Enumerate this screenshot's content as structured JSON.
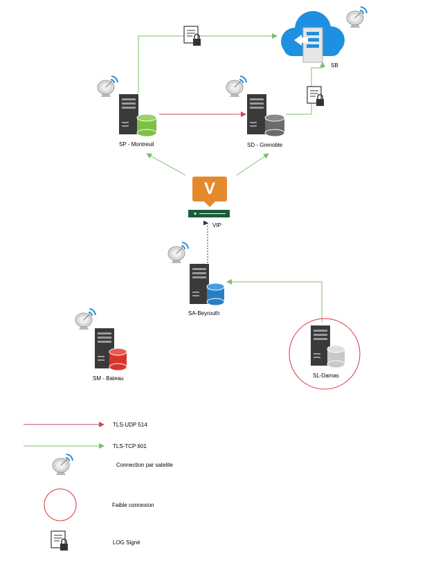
{
  "nodes": {
    "sb": {
      "label": "SB"
    },
    "sp": {
      "label": "SP - Montreuil",
      "db_color": "#7dc042"
    },
    "sd": {
      "label": "SD - Grenoble",
      "db_color": "#6b6b6b"
    },
    "vip": {
      "label": "VIP",
      "badge": "V",
      "badge_color": "#e58a2c",
      "appliance_color": "#1c5a3a"
    },
    "sa": {
      "label": "SA-Beyrouth",
      "db_color": "#2a7fc4"
    },
    "sm": {
      "label": "SM - Bateau",
      "db_color": "#d9342b"
    },
    "sl": {
      "label": "SL-Damas",
      "db_color": "#c8c8c8"
    }
  },
  "colors": {
    "udp_arrow": "#c84a55",
    "tcp_arrow": "#7bbf6a",
    "weak_circle": "#e0303a",
    "cloud": "#1e90e0",
    "satellite": "#2a8fd8"
  },
  "legend": {
    "udp": "TLS-UDP 514",
    "tcp": "TLS-TCP 601",
    "satellite": "Connection par satelite",
    "weak": "Faible connexion",
    "signed_log": "LOG Signé"
  }
}
